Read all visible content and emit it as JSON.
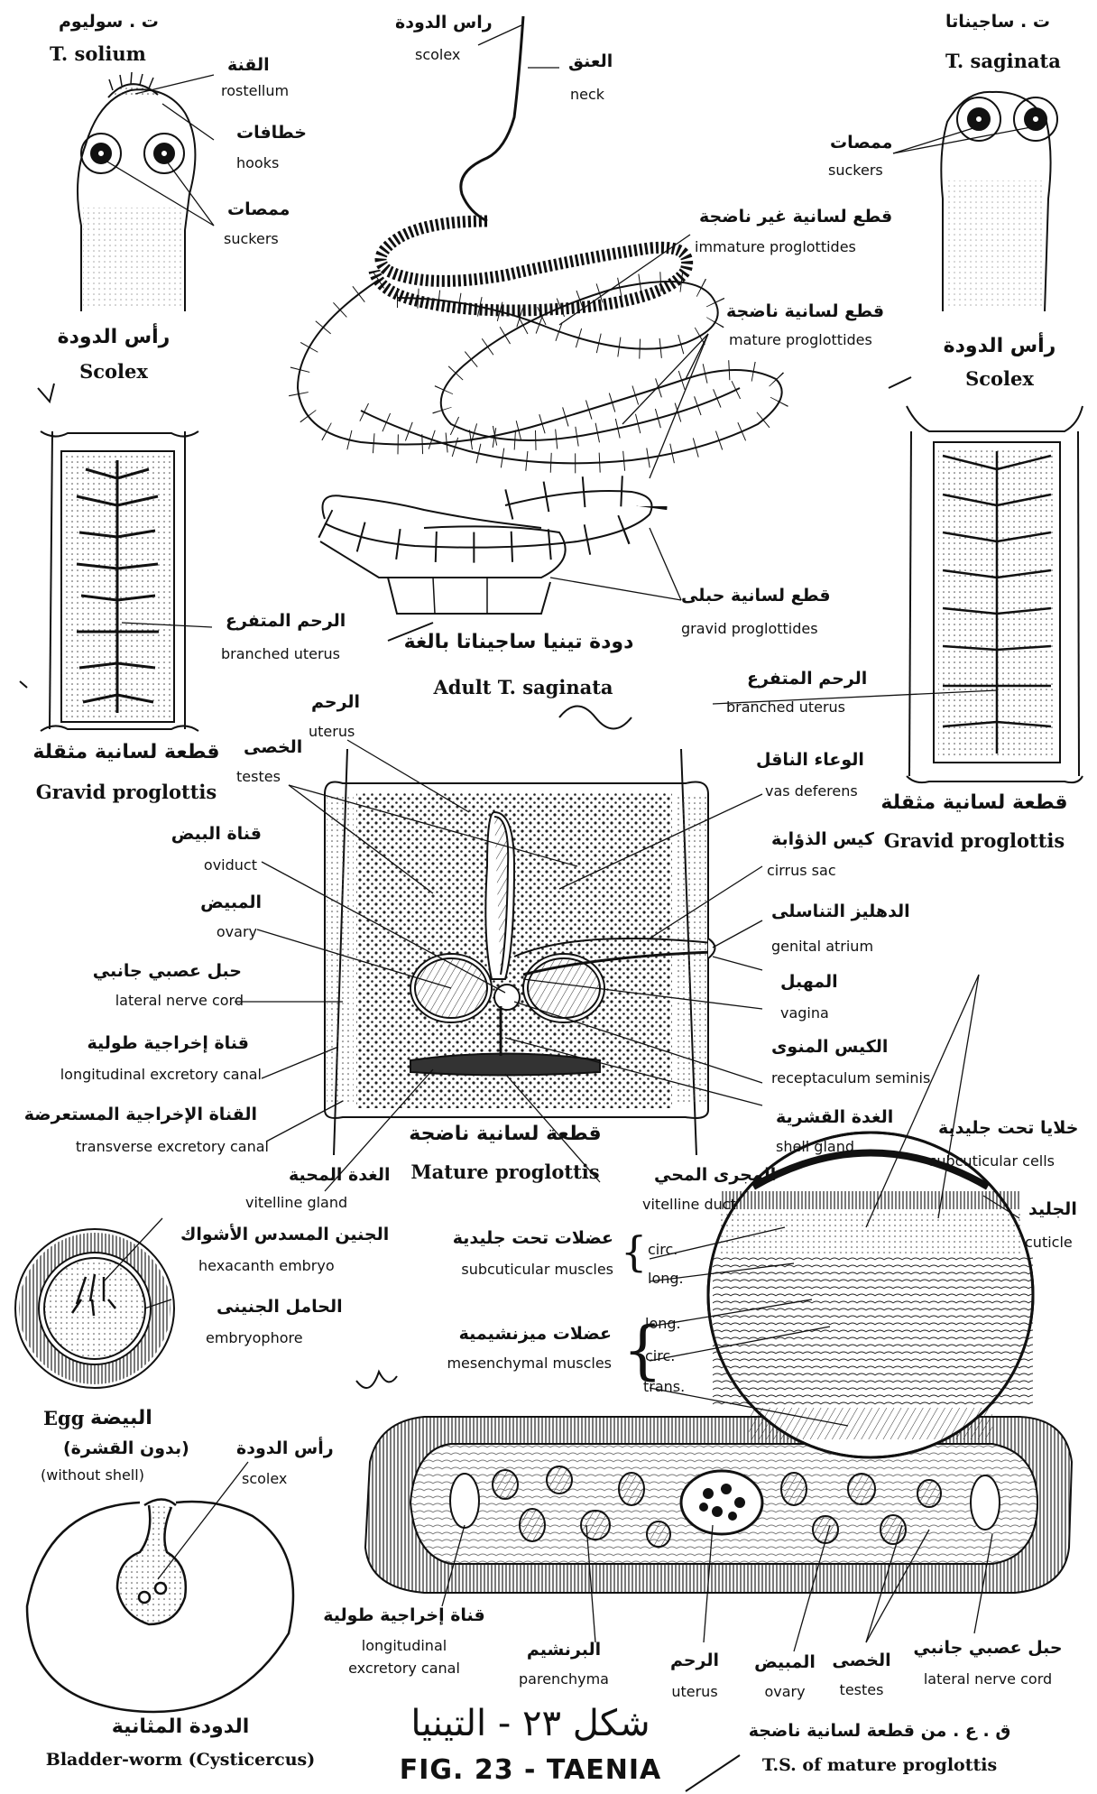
{
  "figure": {
    "title_ar": "شكل ٢٣ - التينيا",
    "title_en": "FIG. 23 - TAENIA"
  },
  "solium_scolex": {
    "species_ar": "ت . سوليوم",
    "species_en": "T. solium",
    "rostellum_ar": "القنة",
    "rostellum_en": "rostellum",
    "hooks_ar": "خطافات",
    "hooks_en": "hooks",
    "suckers_ar": "ممصات",
    "suckers_en": "suckers",
    "caption_ar": "رأس الدودة",
    "caption_en": "Scolex"
  },
  "saginata_scolex": {
    "species_ar": "ت . ساجيناتا",
    "species_en": "T. saginata",
    "suckers_ar": "ممصات",
    "suckers_en": "suckers",
    "caption_ar": "رأس الدودة",
    "caption_en": "Scolex"
  },
  "adult": {
    "scolex_ar": "راس الدودة",
    "scolex_en": "scolex",
    "neck_ar": "العنق",
    "neck_en": "neck",
    "immature_ar": "قطع لسانية غير ناضجة",
    "immature_en": "immature proglottides",
    "mature_ar": "قطع لسانية ناضجة",
    "mature_en": "mature proglottides",
    "gravid_ar": "قطع لسانية حبلى",
    "gravid_en": "gravid proglottides",
    "caption_ar": "دودة تينيا ساجيناتا بالغة",
    "caption_en": "Adult T. saginata"
  },
  "gravid_left": {
    "uterus_ar": "الرحم المتفرع",
    "uterus_en": "branched uterus",
    "caption_ar": "قطعة لسانية مثقلة",
    "caption_en": "Gravid proglottis"
  },
  "gravid_right": {
    "uterus_ar": "الرحم المتفرع",
    "uterus_en": "branched uterus",
    "caption_ar": "قطعة لسانية مثقلة",
    "caption_en": "Gravid proglottis"
  },
  "mature": {
    "uterus_ar": "الرحم",
    "uterus_en": "uterus",
    "testes_ar": "الخصى",
    "testes_en": "testes",
    "oviduct_ar": "قناة البيض",
    "oviduct_en": "oviduct",
    "ovary_ar": "المبيض",
    "ovary_en": "ovary",
    "nerve_ar": "حبل عصبي جانبي",
    "nerve_en": "lateral nerve cord",
    "long_canal_ar": "قناة إخراجية طولية",
    "long_canal_en": "longitudinal excretory canal",
    "trans_canal_ar": "القناة الإخراجية المستعرضة",
    "trans_canal_en": "transverse excretory canal",
    "vitelline_gland_ar": "الغدة المحية",
    "vitelline_gland_en": "vitelline gland",
    "caption_ar": "قطعة لسانية ناضجة",
    "caption_en": "Mature proglottis",
    "vitelline_duct_ar": "المجرى المحي",
    "vitelline_duct_en": "vitelline duct",
    "shell_gland_ar": "الغدة القشرية",
    "shell_gland_en": "shell gland",
    "receptaculum_ar": "الكيس المنوى",
    "receptaculum_en": "receptaculum seminis",
    "vagina_ar": "المهبل",
    "vagina_en": "vagina",
    "genital_atrium_ar": "الدهليز التناسلى",
    "genital_atrium_en": "genital atrium",
    "cirrus_ar": "كيس الذؤابة",
    "cirrus_en": "cirrus sac",
    "vas_ar": "الوعاء الناقل",
    "vas_en": "vas deferens"
  },
  "egg": {
    "embryo_ar": "الجنين المسدس الأشواك",
    "embryo_en": "hexacanth embryo",
    "embryophore_ar": "الحامل الجنينى",
    "embryophore_en": "embryophore",
    "caption_ar": "البيضة",
    "caption_en": "Egg",
    "note_ar": "(بدون القشرة)",
    "note_en": "(without shell)"
  },
  "bladder": {
    "scolex_ar": "رأس الدودة",
    "scolex_en": "scolex",
    "caption_ar": "الدودة المثانية",
    "caption_en": "Bladder-worm (Cysticercus)"
  },
  "section": {
    "cells_ar": "خلايا تحت جليدية",
    "cells_en": "subcuticular cells",
    "cuticle_ar": "الجليد",
    "cuticle_en": "cuticle",
    "sub_muscles_ar": "عضلات تحت جليدية",
    "sub_muscles_en": "subcuticular muscles",
    "circ1": "circ.",
    "long1": "long.",
    "mes_muscles_ar": "عضلات ميزنشيمية",
    "mes_muscles_en": "mesenchymal muscles",
    "long2": "long.",
    "circ2": "circ.",
    "trans": "trans.",
    "canal_ar": "قناة إخراجية طولية",
    "canal_en_1": "longitudinal",
    "canal_en_2": "excretory canal",
    "parenchyma_ar": "البرنشيم",
    "parenchyma_en": "parenchyma",
    "uterus_ar": "الرحم",
    "uterus_en": "uterus",
    "ovary_ar": "المبيض",
    "ovary_en": "ovary",
    "testes_ar": "الخصى",
    "testes_en": "testes",
    "nerve_ar": "حبل عصبي جانبي",
    "nerve_en": "lateral nerve cord",
    "caption_ar": "ق . ع . من قطعة لسانية ناضجة",
    "caption_en": "T.S. of mature proglottis"
  }
}
